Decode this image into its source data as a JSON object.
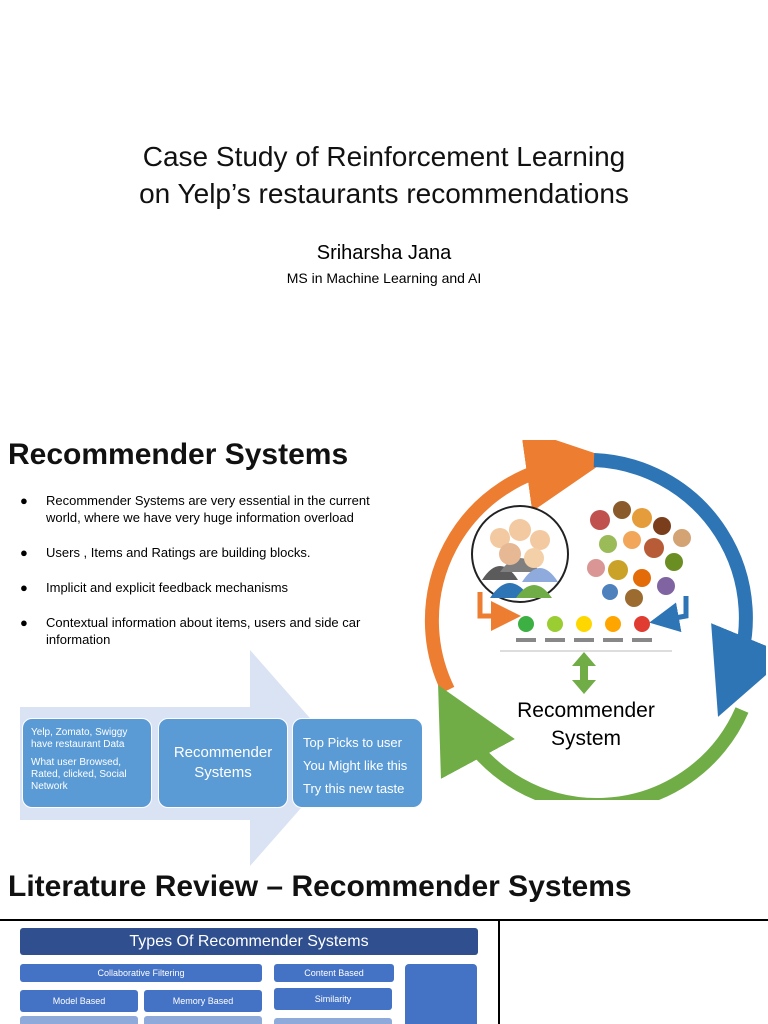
{
  "slide1": {
    "title_line1": "Case Study of Reinforcement Learning",
    "title_line2": "on Yelp’s restaurants recommendations",
    "author": "Sriharsha Jana",
    "subtitle": "MS in Machine Learning and AI"
  },
  "slide2": {
    "heading": "Recommender Systems",
    "bullets": [
      "Recommender Systems are very essential in the current world, where we have very huge information overload",
      "Users , Items and Ratings are building blocks.",
      "Implicit and explicit feedback mechanisms",
      "Contextual information about items, users and side car information"
    ],
    "flow": {
      "box1_line1": "Yelp, Zomato, Swiggy have restaurant Data",
      "box1_line2": "What user Browsed, Rated, clicked, Social Network",
      "box2": "Recommender Systems",
      "box3": [
        "Top Picks to user",
        "You Might like this",
        "Try this new taste"
      ]
    },
    "cycle_label_line1": "Recommender",
    "cycle_label_line2": "System",
    "colors": {
      "orange": "#ed7d31",
      "blue": "#2e75b6",
      "green": "#70ad47",
      "box": "#5b9bd5",
      "arrow_bg": "#dae3f3"
    }
  },
  "slide3": {
    "heading": "Literature Review – Recommender Systems",
    "types_title": "Types Of Recommender Systems",
    "collab": "Collaborative Filtering",
    "content": "Content Based",
    "model": "Model Based",
    "memory": "Memory Based",
    "similarity": "Similarity"
  }
}
